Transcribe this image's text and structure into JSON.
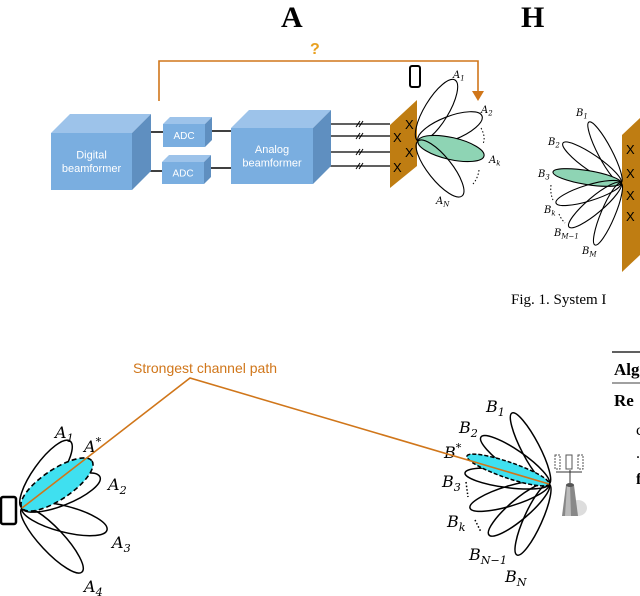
{
  "top_left_panel": {
    "title": "A",
    "question_mark": "?",
    "digital_beamformer": [
      "Digital",
      "beamformer"
    ],
    "adc_labels": [
      "ADC",
      "ADC"
    ],
    "analog_beamformer": [
      "Analog",
      "beamformer"
    ],
    "beam_labels": [
      "A",
      "A",
      "A",
      "A"
    ],
    "beam_subscripts": [
      "1",
      "2",
      "k",
      "N"
    ]
  },
  "top_right_panel": {
    "title": "H",
    "beam_labels": [
      "B",
      "B",
      "B",
      "B",
      "B",
      "B"
    ],
    "beam_subscripts": [
      "1",
      "2",
      "3",
      "k",
      "M−1",
      "M"
    ]
  },
  "caption": "Fig. 1.  System I",
  "bottom_panel": {
    "path_label": "Strongest channel path",
    "ue_beams": [
      {
        "base": "A",
        "sub": "1"
      },
      {
        "base": "A",
        "sup": "*"
      },
      {
        "base": "A",
        "sub": "2"
      },
      {
        "base": "A",
        "sub": "3"
      },
      {
        "base": "A",
        "sub": "4"
      }
    ],
    "bs_beams": [
      {
        "base": "B",
        "sub": "1"
      },
      {
        "base": "B",
        "sub": "2"
      },
      {
        "base": "B",
        "sup": "*"
      },
      {
        "base": "B",
        "sub": "3"
      },
      {
        "base": "B",
        "sub": "k"
      },
      {
        "base": "B",
        "sub": "N−1"
      },
      {
        "base": "B",
        "sub": "N"
      }
    ]
  },
  "algorithm_fragment": {
    "header": "Alg",
    "require": "Re",
    "lines": [
      "c",
      ".",
      "f"
    ]
  },
  "colors": {
    "box": "#7aaee0",
    "panel": "#bf7d12",
    "path": "#d0761a",
    "selected_beam_top": "#8ed4b4",
    "selected_beam_bottom": "#3fe0f0"
  }
}
